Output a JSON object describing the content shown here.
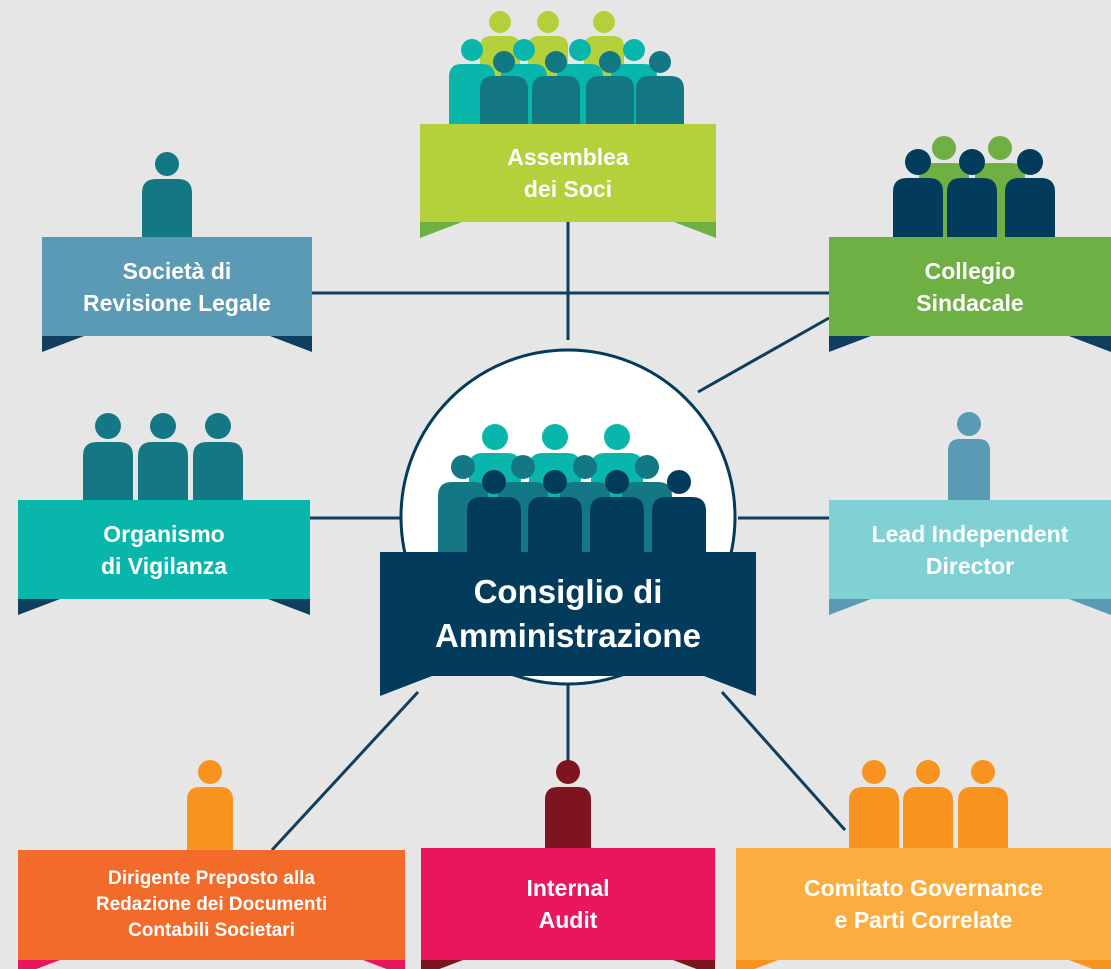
{
  "diagram": {
    "center": {
      "label": "Consiglio di\nAmministrazione",
      "color": "#033b5c"
    },
    "nodes": [
      {
        "id": "assemblea",
        "label": "Assemblea\ndei Soci",
        "color": "#b4d03a",
        "fold_color": "#6fb045"
      },
      {
        "id": "societa",
        "label": "Società di\nRevisione Legale",
        "color": "#5a9ab5",
        "fold_color": "#0f3e5e"
      },
      {
        "id": "collegio",
        "label": "Collegio\nSindacale",
        "color": "#6fb045",
        "fold_color": "#0f3e5e"
      },
      {
        "id": "organismo",
        "label": "Organismo\ndi Vigilanza",
        "color": "#08b6ac",
        "fold_color": "#0f3e5e"
      },
      {
        "id": "lead",
        "label": "Lead Independent\nDirector",
        "color": "#80d1d3",
        "fold_color": "#5a9ab5"
      },
      {
        "id": "dirigente",
        "label": "Dirigente Preposto alla\nRedazione dei Documenti\nContabili Societari",
        "color": "#f26b2a",
        "fold_color": "#e8175d"
      },
      {
        "id": "audit",
        "label": "Internal\nAudit",
        "color": "#e8175d",
        "fold_color": "#7d1420"
      },
      {
        "id": "comitato",
        "label": "Comitato Governance\ne Parti Correlate",
        "color": "#fbad3f",
        "fold_color": "#f7931e"
      }
    ],
    "icons": {
      "center_group": "people-group-icon",
      "assemblea_group": "people-group-icon",
      "societa_person": "person-icon",
      "collegio_group": "people-group-icon",
      "organismo_group": "people-group-icon",
      "lead_person": "person-icon",
      "dirigente_person": "person-icon",
      "audit_person": "person-icon",
      "comitato_group": "people-group-icon"
    },
    "line_color": "#0f3e5e"
  }
}
